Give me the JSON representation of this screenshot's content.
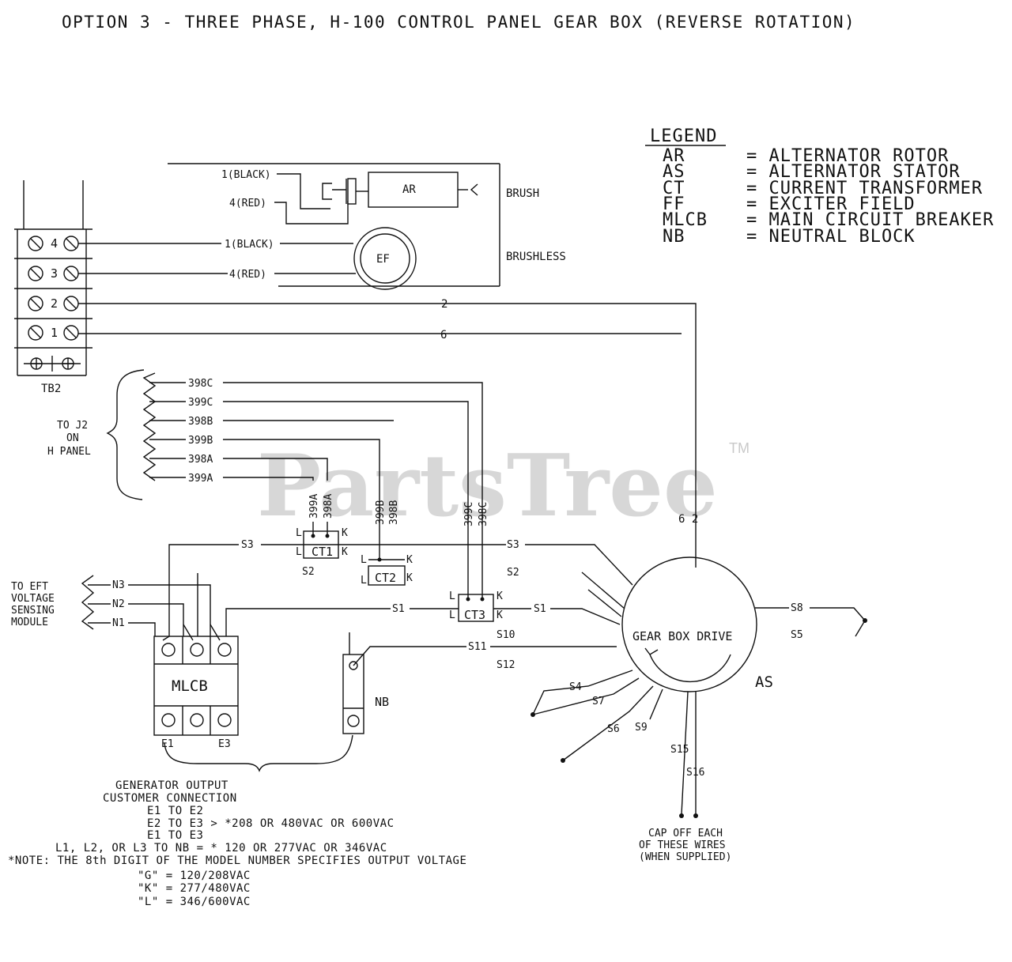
{
  "title": "OPTION 3 - THREE PHASE, H-100 CONTROL PANEL GEAR BOX (REVERSE ROTATION)",
  "watermark": {
    "brand": "PartsTree",
    "tm": "TM",
    "color": "#c9c9c9"
  },
  "legend": {
    "heading": "LEGEND",
    "entries": [
      {
        "abbr": "AR",
        "desc": "= ALTERNATOR ROTOR"
      },
      {
        "abbr": "AS",
        "desc": "= ALTERNATOR STATOR"
      },
      {
        "abbr": "CT",
        "desc": "= CURRENT TRANSFORMER"
      },
      {
        "abbr": "FF",
        "desc": "= EXCITER FIELD"
      },
      {
        "abbr": "MLCB",
        "desc": "= MAIN CIRCUIT BREAKER"
      },
      {
        "abbr": "NB",
        "desc": "= NEUTRAL BLOCK"
      }
    ]
  },
  "terminal_block": {
    "label": "TB2",
    "terminals": [
      "4",
      "3",
      "2",
      "1"
    ]
  },
  "exciter": {
    "rotor_label": "AR",
    "field_label": "EF",
    "brush_label": "BRUSH",
    "brushless_label": "BRUSHLESS",
    "wires": {
      "brush_black": "1(BLACK)",
      "brush_red": "4(RED)",
      "brushless_black": "1(BLACK)",
      "brushless_red": "4(RED)"
    }
  },
  "wires": {
    "w2": "2",
    "w6": "6",
    "riser": "6 2",
    "s1_left": "S1",
    "s1_right": "S1",
    "s3_left": "S3",
    "s3_right": "S3",
    "s2_ct1": "S2",
    "s2_right": "S2",
    "s10": "S10",
    "s11": "S11",
    "s12": "S12",
    "s8": "S8",
    "s5": "S5",
    "s4": "S4",
    "s7": "S7",
    "s6": "S6",
    "s9": "S9",
    "s15": "S15",
    "s16": "S16"
  },
  "control_leads": {
    "bracket_label": [
      "TO J2",
      "ON",
      "H PANEL"
    ],
    "leads": [
      "398C",
      "399C",
      "398B",
      "399B",
      "398A",
      "399A"
    ],
    "ct1_verticals": [
      "399A",
      "398A"
    ],
    "ct2_verticals": [
      "399B",
      "398B"
    ],
    "ct3_verticals": [
      "399C",
      "398C"
    ]
  },
  "current_transformers": {
    "ct1": "CT1",
    "ct2": "CT2",
    "ct3": "CT3",
    "l": "L",
    "k": "K"
  },
  "voltage_sense": {
    "label": [
      "TO EFT",
      "VOLTAGE",
      "SENSING",
      "MODULE"
    ],
    "leads": [
      "N3",
      "N2",
      "N1"
    ]
  },
  "breaker": {
    "label": "MLCB",
    "e1": "E1",
    "e3": "E3"
  },
  "neutral_block": {
    "label": "NB"
  },
  "stator": {
    "label": "GEAR BOX DRIVE",
    "as_label": "AS"
  },
  "cap_note": [
    "CAP OFF EACH",
    "OF THESE WIRES",
    "(WHEN SUPPLIED)"
  ],
  "output_note": {
    "heading": [
      "GENERATOR OUTPUT",
      "CUSTOMER CONNECTION"
    ],
    "line1": "E1 TO E2",
    "line2": "E2 TO E3 > *208 OR 480VAC OR 600VAC",
    "line3": "E1 TO E3",
    "line4": "L1, L2, OR L3 TO NB = * 120 OR 277VAC OR 346VAC",
    "note": "*NOTE: THE 8th DIGIT OF THE MODEL NUMBER SPECIFIES OUTPUT VOLTAGE",
    "codes": [
      "\"G\" = 120/208VAC",
      "\"K\" = 277/480VAC",
      "\"L\" = 346/600VAC"
    ]
  }
}
